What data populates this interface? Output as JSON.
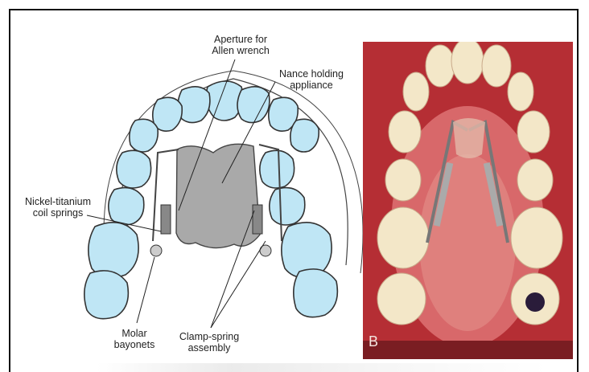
{
  "figure": {
    "labels": {
      "aperture": "Aperture for\nAllen wrench",
      "nance": "Nance holding\nappliance",
      "springs": "Nickel-titanium\ncoil springs",
      "molar": "Molar\nbayonets",
      "clamp": "Clamp-spring\nassembly"
    },
    "photo_letter": "B"
  },
  "colors": {
    "tooth_fill": "#bfe6f5",
    "tooth_stroke": "#333333",
    "acrylic": "#a9a9a9",
    "photo_gum": "#c2474a",
    "photo_tooth": "#f3e7c8"
  }
}
